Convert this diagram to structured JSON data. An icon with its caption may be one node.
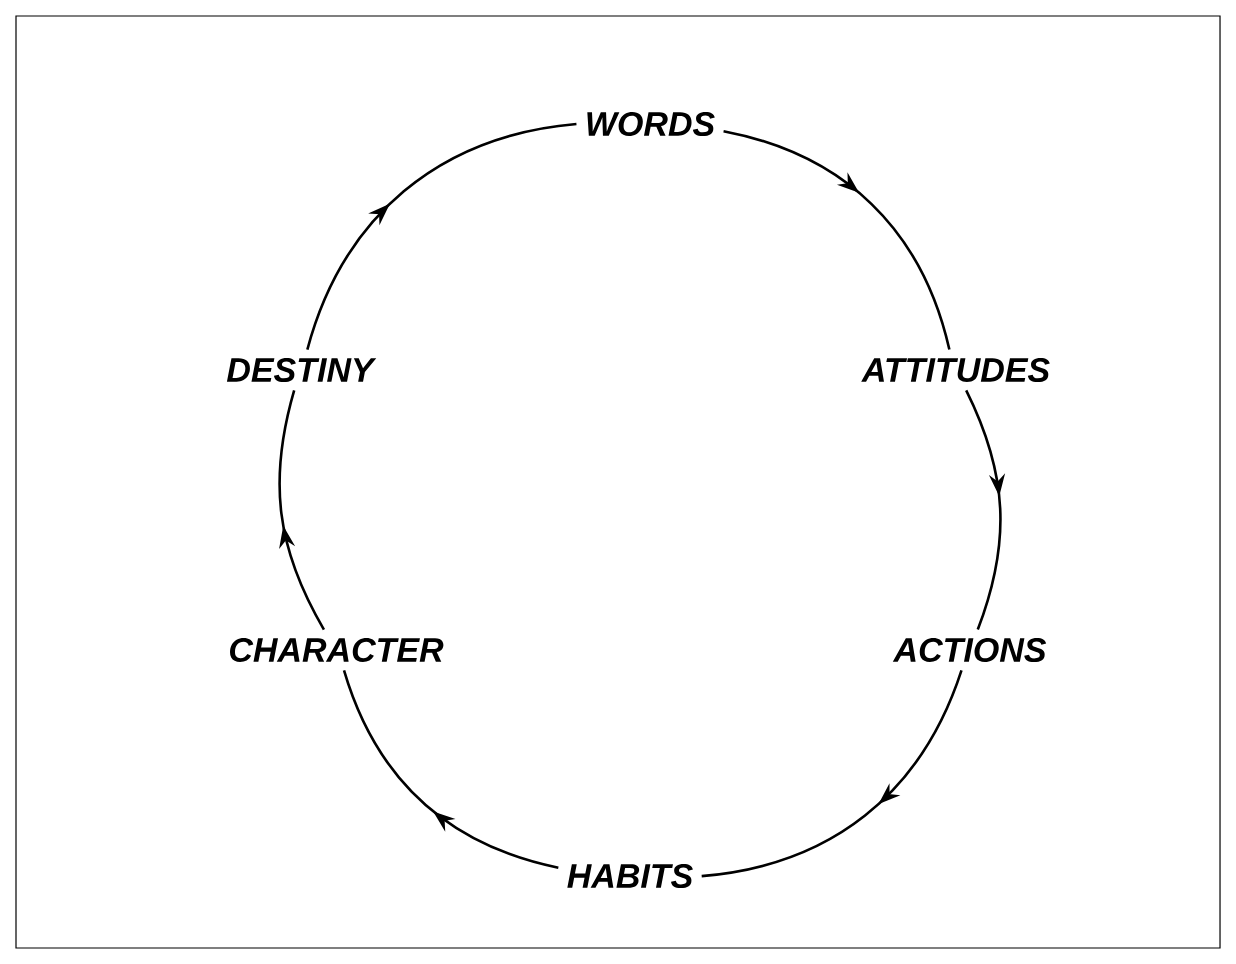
{
  "diagram": {
    "nodes": [
      {
        "text": [
          "WORDS"
        ]
      },
      {
        "text": [
          "ATTITUDES"
        ]
      },
      {
        "text": [
          "ACTIONS"
        ]
      },
      {
        "text": [
          "HABITS"
        ]
      },
      {
        "text": [
          "CHARACTER"
        ]
      },
      {
        "text": [
          "DESTINY"
        ]
      }
    ],
    "edges": [
      {
        "from": 0,
        "to": 1,
        "arrow": "to"
      },
      {
        "from": 1,
        "to": 2,
        "arrow": "to"
      },
      {
        "from": 2,
        "to": 3,
        "arrow": "to"
      },
      {
        "from": 3,
        "to": 4,
        "arrow": "to"
      },
      {
        "from": 4,
        "to": 5,
        "arrow": "to"
      },
      {
        "from": 5,
        "to": 0,
        "arrow": "to"
      }
    ]
  }
}
